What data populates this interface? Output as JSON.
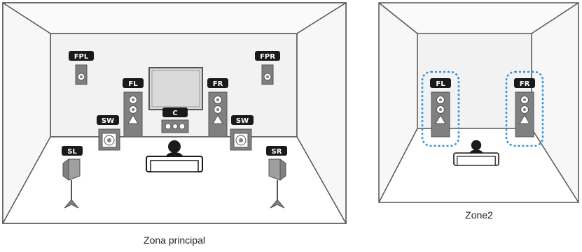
{
  "main_zone": {
    "caption": "Zona principal",
    "speakers": {
      "fpl": "FPL",
      "fpr": "FPR",
      "fl": "FL",
      "fr": "FR",
      "c": "C",
      "sw_left": "SW",
      "sw_right": "SW",
      "sl": "SL",
      "sr": "SR"
    }
  },
  "zone2": {
    "caption": "Zone2",
    "speakers": {
      "fl": "FL",
      "fr": "FR"
    }
  },
  "colors": {
    "room_outline": "#555555",
    "wall_fill": "#f2f2f2",
    "label_bg": "#1a1a1a",
    "label_text": "#ffffff",
    "speaker_fill": "#808080",
    "tv_fill": "#dadada",
    "zone2_highlight": "#3a8fd0"
  },
  "icons": {
    "listener": "person-on-sofa-icon",
    "tv": "tv-icon",
    "tower_speaker": "tower-speaker-icon",
    "subwoofer": "subwoofer-icon",
    "surround_speaker": "surround-speaker-on-stand-icon"
  }
}
